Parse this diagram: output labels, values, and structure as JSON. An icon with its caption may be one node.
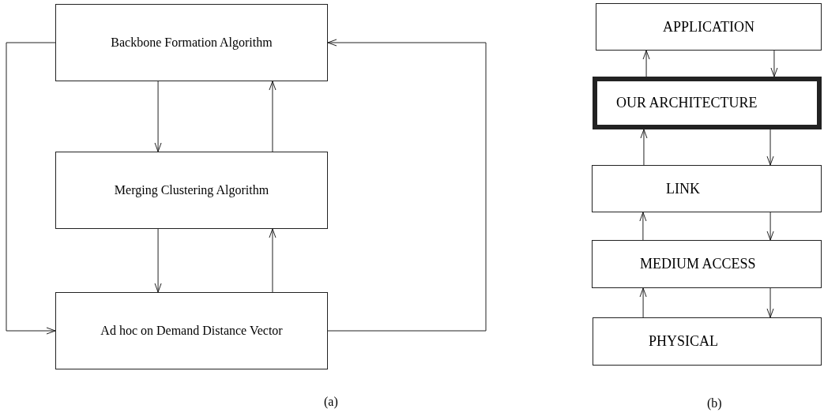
{
  "diagram": {
    "nodes": [
      {
        "text": [
          "Backbone Formation Algorithm"
        ]
      },
      {
        "text": [
          "Merging Clustering Algorithm"
        ]
      },
      {
        "text": [
          "Ad hoc on Demand Distance Vector"
        ]
      },
      {
        "text": [
          "APPLICATION"
        ]
      },
      {
        "text": [
          "OUR ARCHITECTURE"
        ]
      },
      {
        "text": [
          "LINK"
        ]
      },
      {
        "text": [
          "MEDIUM ACCESS"
        ]
      },
      {
        "text": [
          "PHYSICAL"
        ]
      }
    ],
    "edges": [
      {
        "from": 0,
        "to": 1,
        "arrow": "to"
      },
      {
        "from": 1,
        "to": 0,
        "arrow": "to"
      },
      {
        "from": 1,
        "to": 2,
        "arrow": "to"
      },
      {
        "from": 2,
        "to": 1,
        "arrow": "to"
      },
      {
        "from": 0,
        "to": 2,
        "arrow": "to"
      },
      {
        "from": 2,
        "to": 0,
        "arrow": "to"
      },
      {
        "from": 4,
        "to": 3,
        "arrow": "to"
      },
      {
        "from": 3,
        "to": 4,
        "arrow": "to"
      },
      {
        "from": 5,
        "to": 4,
        "arrow": "to"
      },
      {
        "from": 4,
        "to": 5,
        "arrow": "to"
      },
      {
        "from": 6,
        "to": 5,
        "arrow": "to"
      },
      {
        "from": 5,
        "to": 6,
        "arrow": "to"
      },
      {
        "from": 7,
        "to": 6,
        "arrow": "to"
      },
      {
        "from": 6,
        "to": 7,
        "arrow": "to"
      }
    ],
    "labels": [
      "(a)",
      "(b)"
    ]
  }
}
